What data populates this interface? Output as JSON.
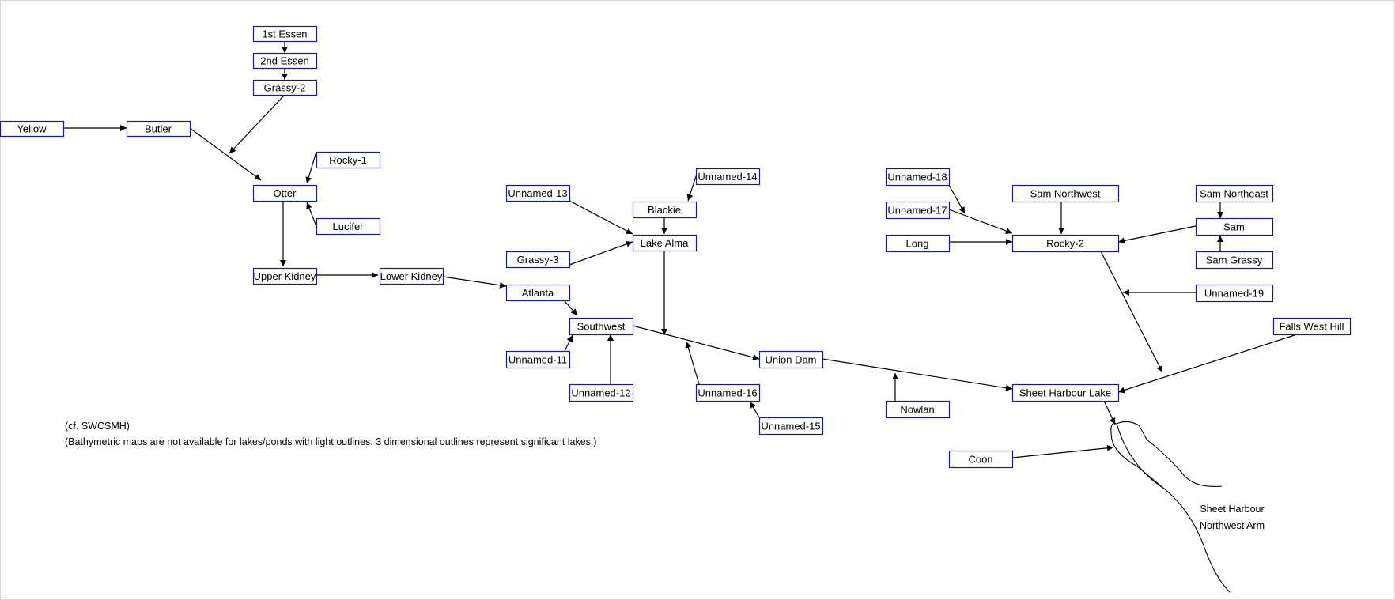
{
  "nodes": [
    {
      "id": "1st-essen",
      "label": "1st Essen"
    },
    {
      "id": "2nd-essen",
      "label": "2nd Essen"
    },
    {
      "id": "grassy-2",
      "label": "Grassy-2"
    },
    {
      "id": "yellow",
      "label": "Yellow"
    },
    {
      "id": "butler",
      "label": "Butler"
    },
    {
      "id": "rocky-1",
      "label": "Rocky-1"
    },
    {
      "id": "otter",
      "label": "Otter"
    },
    {
      "id": "lucifer",
      "label": "Lucifer"
    },
    {
      "id": "upper-kidney",
      "label": "Upper Kidney"
    },
    {
      "id": "lower-kidney",
      "label": "Lower Kidney"
    },
    {
      "id": "unnamed-13",
      "label": "Unnamed-13"
    },
    {
      "id": "unnamed-14",
      "label": "Unnamed-14"
    },
    {
      "id": "blackie",
      "label": "Blackie"
    },
    {
      "id": "lake-alma",
      "label": "Lake Alma"
    },
    {
      "id": "grassy-3",
      "label": "Grassy-3"
    },
    {
      "id": "atlanta",
      "label": "Atlanta"
    },
    {
      "id": "southwest",
      "label": "Southwest"
    },
    {
      "id": "unnamed-11",
      "label": "Unnamed-11"
    },
    {
      "id": "unnamed-12",
      "label": "Unnamed-12"
    },
    {
      "id": "unnamed-16",
      "label": "Unnamed-16"
    },
    {
      "id": "unnamed-15",
      "label": "Unnamed-15"
    },
    {
      "id": "union-dam",
      "label": "Union Dam"
    },
    {
      "id": "nowlan",
      "label": "Nowlan"
    },
    {
      "id": "unnamed-18",
      "label": "Unnamed-18"
    },
    {
      "id": "unnamed-17",
      "label": "Unnamed-17"
    },
    {
      "id": "long",
      "label": "Long"
    },
    {
      "id": "sam-northwest",
      "label": "Sam Northwest"
    },
    {
      "id": "rocky-2",
      "label": "Rocky-2"
    },
    {
      "id": "sam-northeast",
      "label": "Sam Northeast"
    },
    {
      "id": "sam",
      "label": "Sam"
    },
    {
      "id": "sam-grassy",
      "label": "Sam Grassy"
    },
    {
      "id": "unnamed-19",
      "label": "Unnamed-19"
    },
    {
      "id": "falls-west-hill",
      "label": "Falls West Hill"
    },
    {
      "id": "sheet-harbour-lake",
      "label": "Sheet Harbour Lake"
    },
    {
      "id": "coon",
      "label": "Coon"
    }
  ],
  "edges": [
    [
      "1st-essen",
      "2nd-essen"
    ],
    [
      "2nd-essen",
      "grassy-2"
    ],
    [
      "grassy-2",
      "otter"
    ],
    [
      "yellow",
      "butler"
    ],
    [
      "butler",
      "otter"
    ],
    [
      "rocky-1",
      "otter"
    ],
    [
      "lucifer",
      "otter"
    ],
    [
      "otter",
      "upper-kidney"
    ],
    [
      "upper-kidney",
      "lower-kidney"
    ],
    [
      "lower-kidney",
      "atlanta"
    ],
    [
      "atlanta",
      "southwest"
    ],
    [
      "unnamed-11",
      "southwest"
    ],
    [
      "unnamed-12",
      "southwest"
    ],
    [
      "unnamed-13",
      "lake-alma"
    ],
    [
      "unnamed-14",
      "blackie"
    ],
    [
      "blackie",
      "lake-alma"
    ],
    [
      "grassy-3",
      "lake-alma"
    ],
    [
      "lake-alma",
      "southwest-union-dam"
    ],
    [
      "southwest",
      "union-dam"
    ],
    [
      "unnamed-16",
      "southwest-union-dam"
    ],
    [
      "unnamed-15",
      "unnamed-16"
    ],
    [
      "union-dam",
      "sheet-harbour-lake"
    ],
    [
      "nowlan",
      "union-dam-sheet-harbour-lake"
    ],
    [
      "unnamed-18",
      "unnamed-17-rocky-2"
    ],
    [
      "unnamed-17",
      "rocky-2"
    ],
    [
      "long",
      "rocky-2"
    ],
    [
      "sam-northwest",
      "rocky-2"
    ],
    [
      "sam-northeast",
      "sam"
    ],
    [
      "sam-grassy",
      "sam"
    ],
    [
      "sam",
      "rocky-2"
    ],
    [
      "rocky-2",
      "sheet-harbour-lake"
    ],
    [
      "unnamed-19",
      "rocky-2-sheet-harbour-lake"
    ],
    [
      "falls-west-hill",
      "sheet-harbour-lake"
    ],
    [
      "sheet-harbour-lake",
      "sheet-harbour-northwest-arm"
    ],
    [
      "coon",
      "sheet-harbour-northwest-arm"
    ]
  ],
  "notes": {
    "reference": "(cf. SWCSMH)",
    "legend": "(Bathymetric maps are not available for lakes/ponds with light outlines. 3 dimensional outlines represent significant lakes.)"
  },
  "estuary": {
    "line1": "Sheet Harbour",
    "line2": "Northwest Arm"
  },
  "colors": {
    "node_outline": "#1a1a8c",
    "edge": "#000000"
  }
}
